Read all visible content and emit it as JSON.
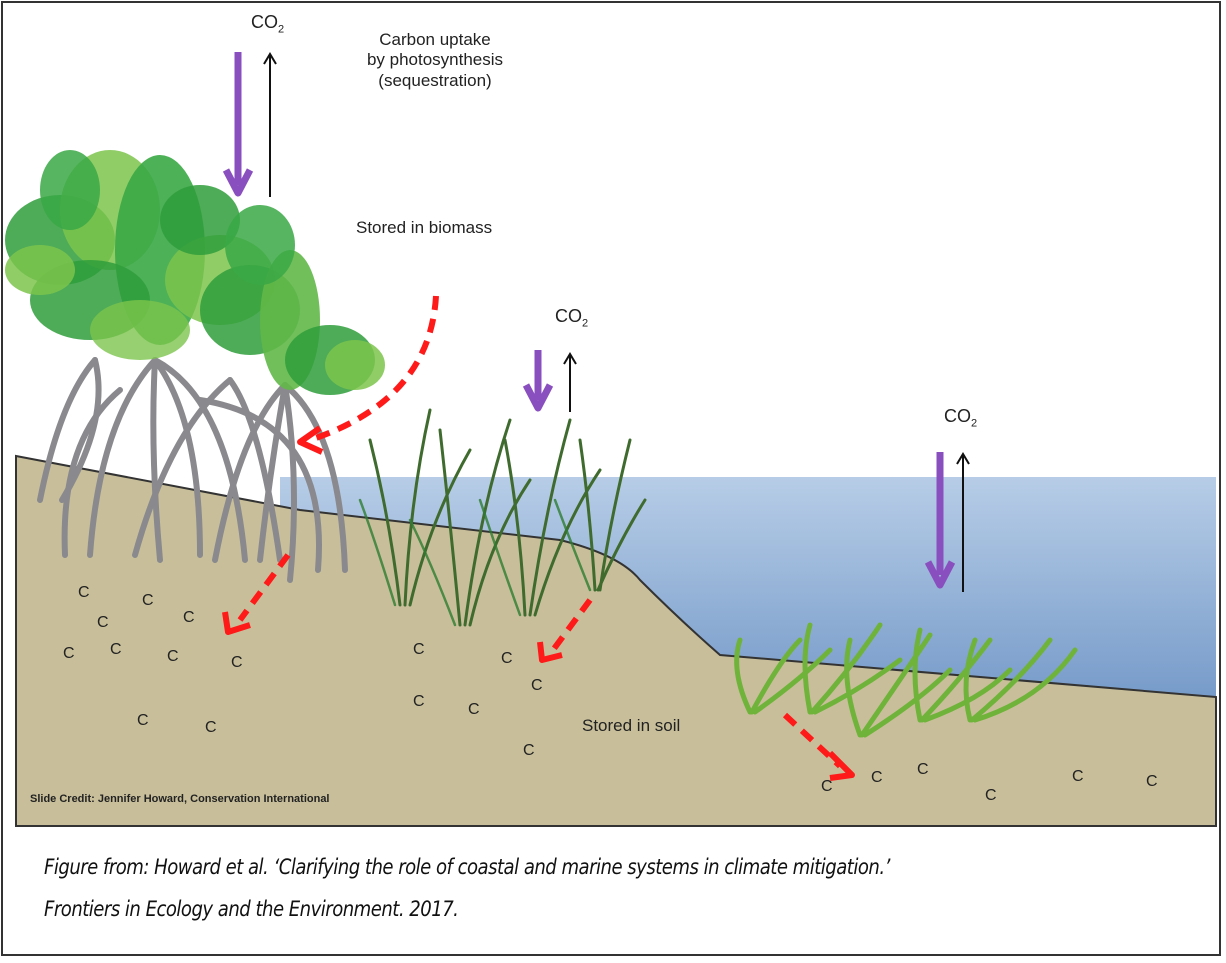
{
  "figure": {
    "title": "Coastal blue carbon sequestration diagram",
    "labels": {
      "co2_main": "CO",
      "co2_sub": "2",
      "carbon_uptake": [
        "Carbon uptake",
        "by photosynthesis",
        "(sequestration)"
      ],
      "stored_biomass": "Stored in biomass",
      "stored_soil": "Stored in soil",
      "carbon_symbol": "C"
    },
    "ecosystems": [
      "mangrove",
      "salt-marsh",
      "seagrass"
    ],
    "slide_credit": "Slide Credit: Jennifer Howard, Conservation International",
    "colors": {
      "uptake_arrow": "#8a4fbf",
      "release_arrow": "#111111",
      "burial_arrow": "#ff1a1a",
      "soil": "#c8bf9a",
      "water_top": "#b4cbe6",
      "water_bottom": "#7b9fcc",
      "mangrove_dark": "#2f9e3b",
      "mangrove_light": "#7cc44c",
      "roots": "#8a8a8e",
      "marsh": "#3f6b2e",
      "seagrass": "#6fb33a"
    }
  },
  "caption": {
    "line1": "Figure from: Howard et al. ‘Clarifying the role of coastal and marine systems in climate mitigation.’",
    "line2": "Frontiers in Ecology and the Environment. 2017."
  }
}
